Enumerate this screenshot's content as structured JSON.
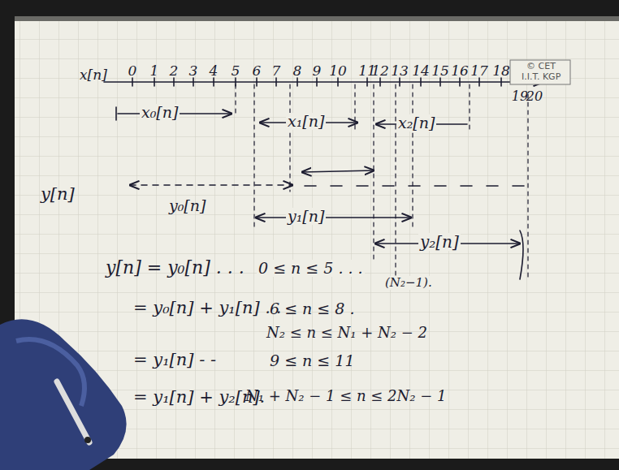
{
  "diagram": {
    "labels": [
      "x[n]",
      "0",
      "1",
      "2",
      "3",
      "4",
      "5",
      "6",
      "7",
      "8",
      "9",
      "10",
      "11",
      "12",
      "13",
      "14",
      "15",
      "16",
      "17",
      "18",
      "19",
      "20",
      "© CET",
      "I.I.T. KGP",
      "x₀[n]",
      "x₁[n]",
      "x₂[n]",
      "y[n]",
      "y₀[n]",
      "y₁[n]",
      "y₂[n]",
      "y[n] = y₀[n] . . .",
      "0 ≤ n ≤ 5 . . .",
      "(N₂−1).",
      "= y₀[n] + y₁[n] . .",
      "6 ≤ n ≤ 8 .",
      "N₂ ≤ n ≤ N₁ + N₂ − 2",
      "= y₁[n] - -",
      "9 ≤ n ≤ 11",
      "= y₁[n] + y₂[n].",
      "N₁ + N₂ − 1 ≤ n ≤ 2N₂ − 1"
    ]
  }
}
